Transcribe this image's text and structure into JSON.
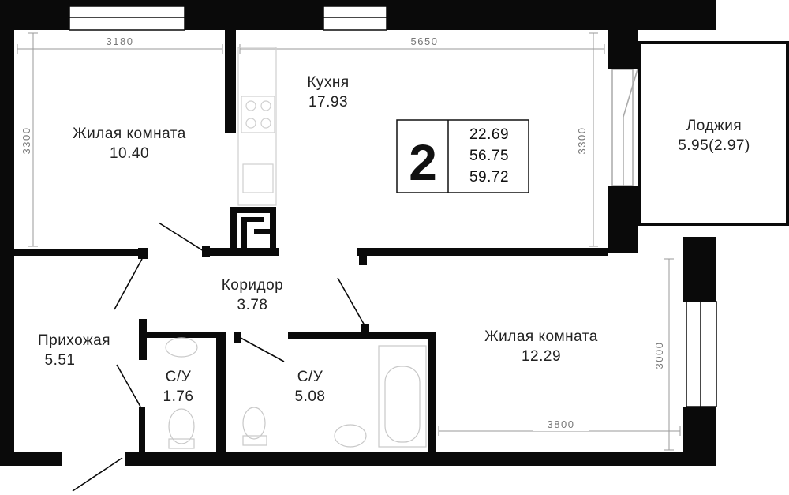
{
  "rooms_count": "2",
  "areas": {
    "living": "22.69",
    "total_no_balcony": "56.75",
    "total": "59.72"
  },
  "rooms": {
    "living1": {
      "name": "Жилая комната",
      "area": "10.40"
    },
    "kitchen": {
      "name": "Кухня",
      "area": "17.93"
    },
    "loggia": {
      "name": "Лоджия",
      "area": "5.95(2.97)"
    },
    "corridor": {
      "name": "Коридор",
      "area": "3.78"
    },
    "hallway": {
      "name": "Прихожая",
      "area": "5.51"
    },
    "bath1": {
      "name": "С/У",
      "area": "1.76"
    },
    "bath2": {
      "name": "С/У",
      "area": "5.08"
    },
    "living2": {
      "name": "Жилая комната",
      "area": "12.29"
    }
  },
  "dimensions": {
    "living1_width": "3180",
    "living1_height": "3300",
    "kitchen_width": "5650",
    "kitchen_height": "3300",
    "living2_height": "3000",
    "living2_width": "3800"
  },
  "colors": {
    "wall": "#0a0a0a",
    "dim_line": "#9a9a9a",
    "fixture": "#c8c8c8"
  }
}
